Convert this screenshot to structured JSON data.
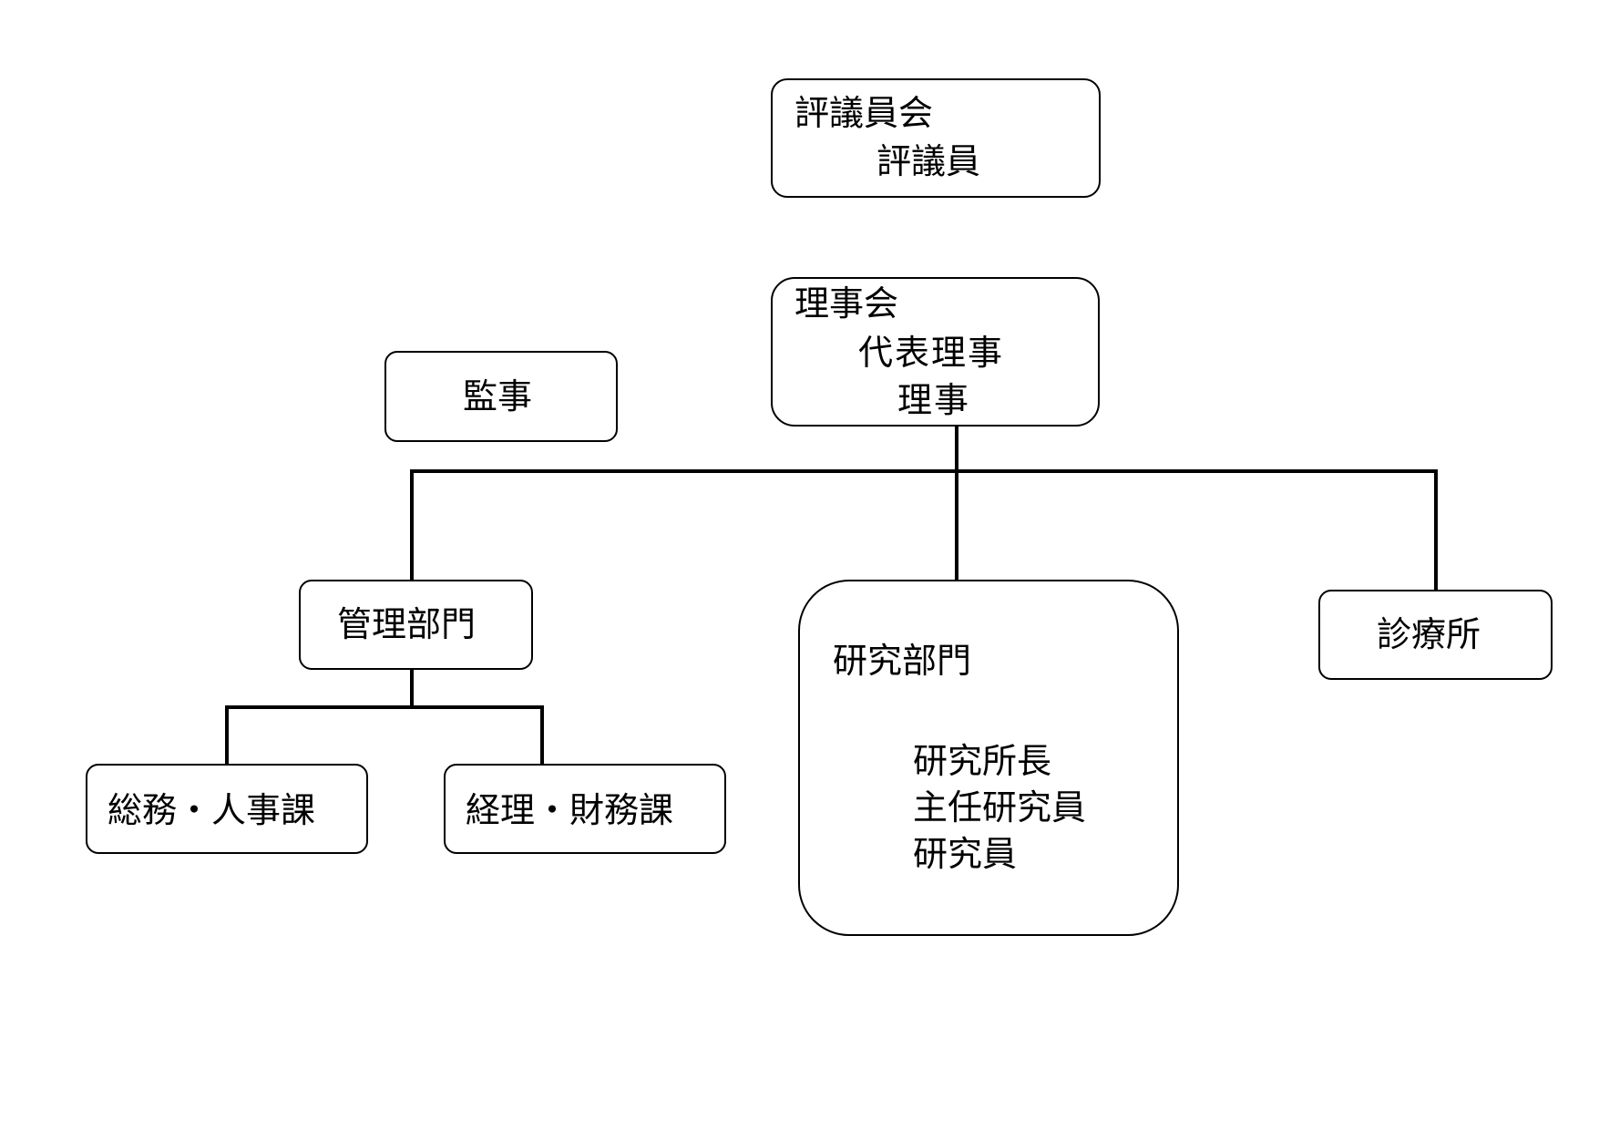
{
  "hyogiinkai": {
    "title": "評議員会",
    "member": "評議員"
  },
  "rijikai": {
    "title": "理事会",
    "members": [
      "代表理事",
      "理事"
    ]
  },
  "kanji": {
    "label": "監事"
  },
  "kanri": {
    "label": "管理部門",
    "sections": [
      "総務・人事課",
      "経理・財務課"
    ]
  },
  "kenkyu": {
    "label": "研究部門",
    "members": [
      "研究所長",
      "主任研究員",
      "研究員"
    ]
  },
  "shinryo": {
    "label": "診療所"
  }
}
